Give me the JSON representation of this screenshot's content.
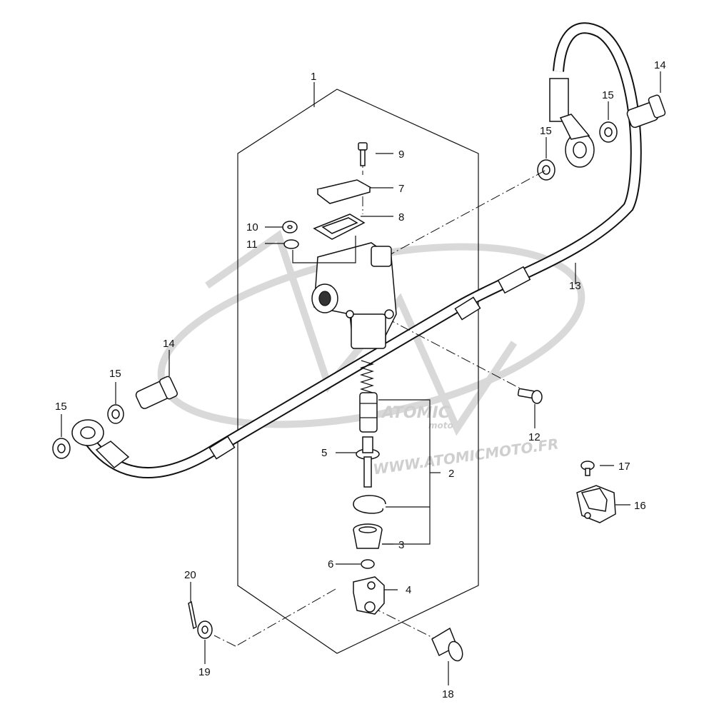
{
  "diagram": {
    "callouts": [
      "1",
      "2",
      "3",
      "4",
      "5",
      "6",
      "7",
      "8",
      "9",
      "10",
      "11",
      "12",
      "13",
      "14",
      "14",
      "15",
      "15",
      "15",
      "15",
      "16",
      "17",
      "18",
      "19",
      "20"
    ],
    "watermark": {
      "brand": "ATOMIC",
      "sub": "moto",
      "url": "WWW.ATOMICMOTO.FR"
    }
  }
}
